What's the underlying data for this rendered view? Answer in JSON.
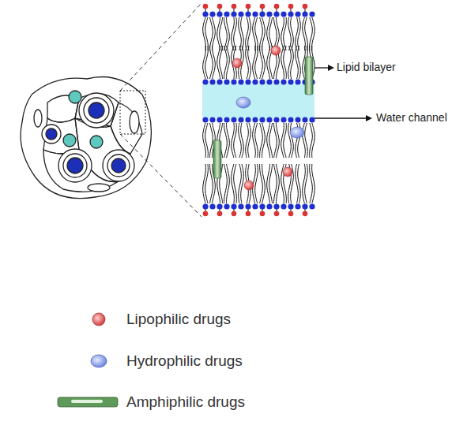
{
  "diagram": {
    "labels": [
      "Lipid bilayer",
      "Water channel"
    ],
    "legend": [
      {
        "text": "Lipophilic drugs"
      },
      {
        "text": "Hydrophilic drugs"
      },
      {
        "text": "Amphiphilic drugs"
      }
    ]
  }
}
